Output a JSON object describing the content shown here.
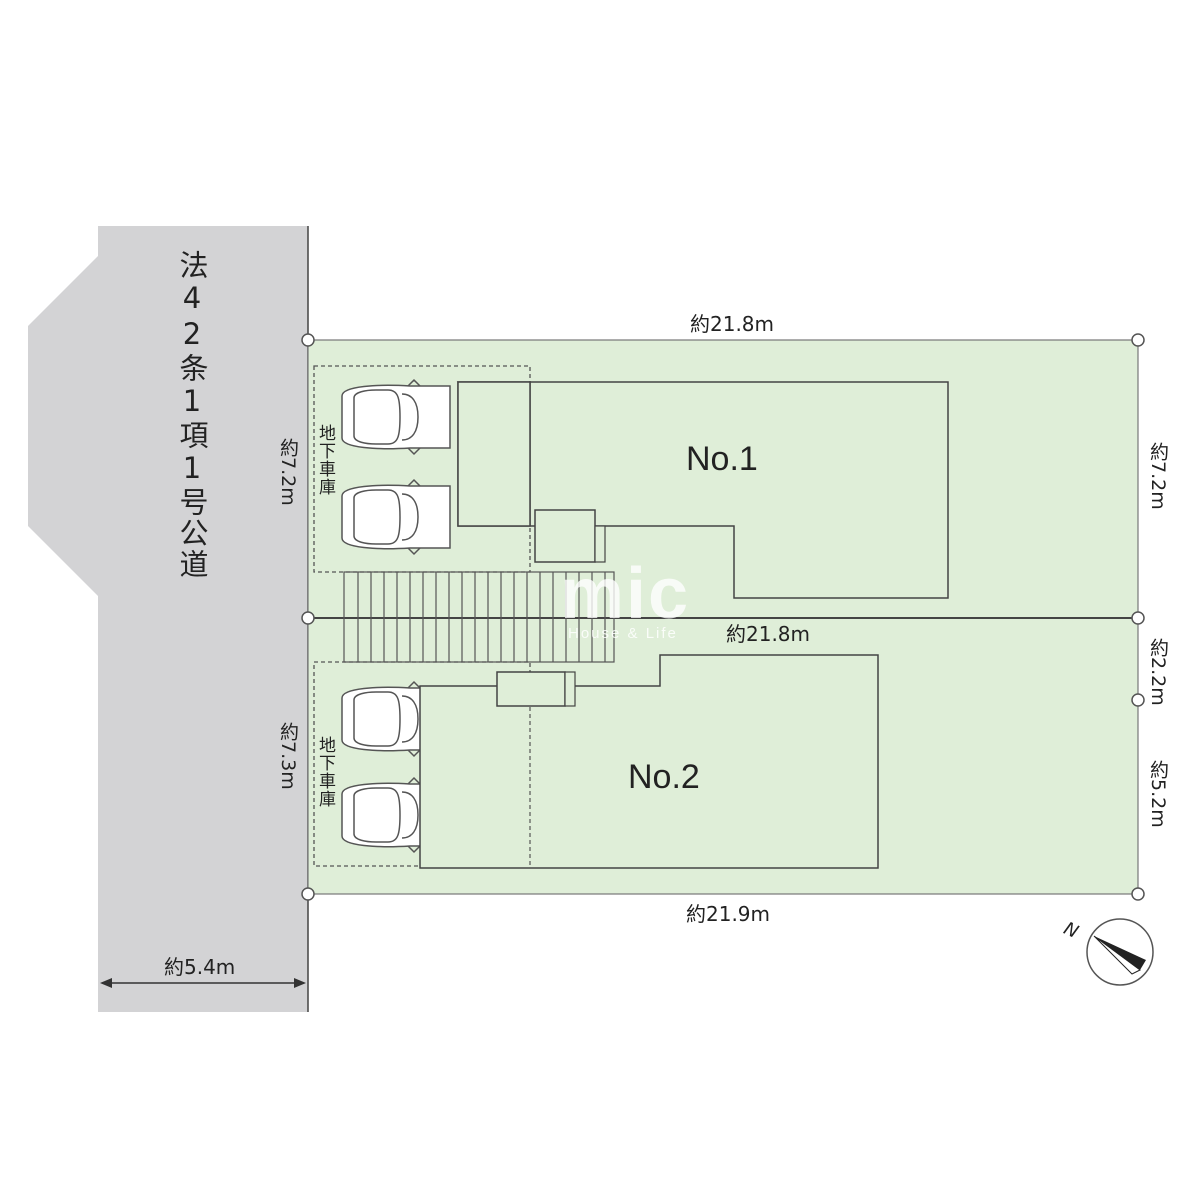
{
  "road": {
    "label": "法42条1項1号公道",
    "width": "約5.4m"
  },
  "lots": [
    {
      "name": "No.1",
      "garage_label": "地下車庫",
      "front": "約21.8m",
      "depth": "約7.2m",
      "rear": "約7.2m"
    },
    {
      "name": "No.2",
      "garage_label": "地下車庫",
      "front": "約21.8m",
      "back": "約21.9m",
      "depth": "約7.3m",
      "rear_segments": [
        "約2.2m",
        "約5.2m"
      ]
    }
  ],
  "north": "N",
  "watermark": {
    "logo": "mic",
    "tagline": "House & Life"
  },
  "colors": {
    "road": "#d3d3d5",
    "lot": "#dfeed8",
    "outline": "#555555",
    "watermark": "#ffffff"
  }
}
